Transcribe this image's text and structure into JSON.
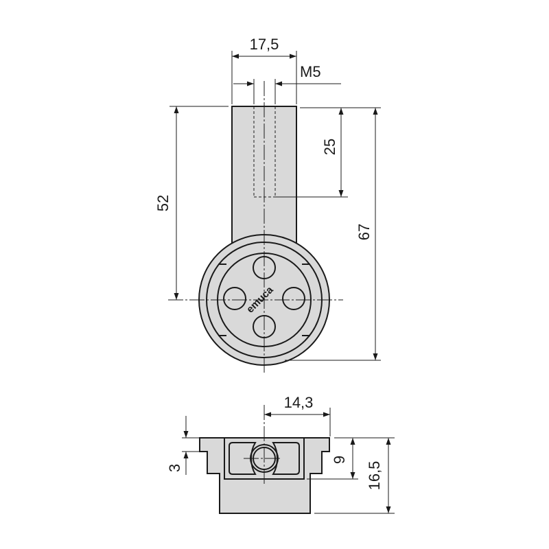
{
  "colors": {
    "part_fill": "#d9d9d9",
    "line": "#1a1a1a",
    "background": "#ffffff"
  },
  "top_view": {
    "logo_text": "emuca",
    "dimensions": {
      "width": "17,5",
      "thread": "M5",
      "thread_depth": "25",
      "center_height": "52",
      "total_height": "67"
    }
  },
  "side_view": {
    "dimensions": {
      "center_offset": "14,3",
      "flange": "3",
      "center_depth": "9",
      "total_depth": "16,5"
    }
  }
}
